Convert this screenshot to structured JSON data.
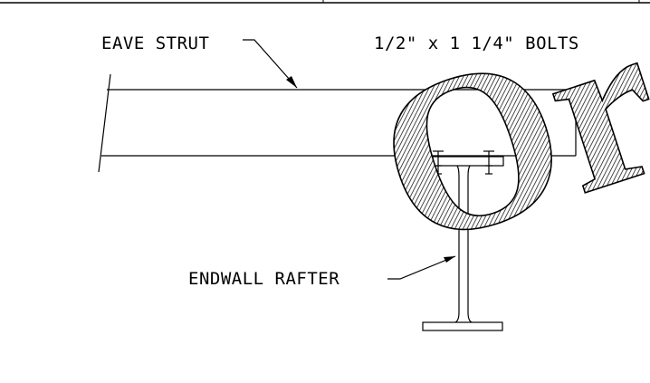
{
  "labels": {
    "eave_strut": "EAVE STRUT",
    "bolts": "1/2\" x 1 1/4\" BOLTS",
    "endwall_rafter": "ENDWALL RAFTER"
  },
  "watermark": "Order",
  "colors": {
    "line": "#000000",
    "background": "#ffffff"
  }
}
